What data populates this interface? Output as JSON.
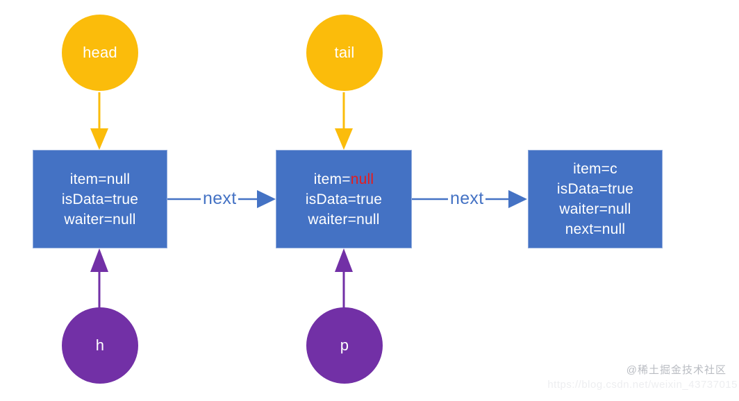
{
  "diagram": {
    "title": "Linked queue node diagram",
    "colors": {
      "node_fill": "#4472C4",
      "node_border": "#8FAADC",
      "head_tail_pointer": "#FBBC0B",
      "local_pointer": "#7230A6",
      "edge": "#4472C4",
      "highlight": "#E81B1B",
      "background": "#FFFFFF"
    },
    "pointers": [
      {
        "id": "head",
        "label": "head",
        "kind": "amber",
        "target": "node-1",
        "direction": "down"
      },
      {
        "id": "tail",
        "label": "tail",
        "kind": "amber",
        "target": "node-2",
        "direction": "down"
      },
      {
        "id": "h",
        "label": "h",
        "kind": "purple",
        "target": "node-1",
        "direction": "up"
      },
      {
        "id": "p",
        "label": "p",
        "kind": "purple",
        "target": "node-2",
        "direction": "up"
      }
    ],
    "nodes": [
      {
        "id": "node-1",
        "lines": [
          {
            "prefix": "item=",
            "value": "null",
            "highlight": false
          },
          {
            "prefix": "isData=",
            "value": "true",
            "highlight": false
          },
          {
            "prefix": "waiter=",
            "value": "null",
            "highlight": false
          }
        ]
      },
      {
        "id": "node-2",
        "lines": [
          {
            "prefix": "item=",
            "value": "null",
            "highlight": true
          },
          {
            "prefix": "isData=",
            "value": "true",
            "highlight": false
          },
          {
            "prefix": "waiter=",
            "value": "null",
            "highlight": false
          }
        ]
      },
      {
        "id": "node-3",
        "lines": [
          {
            "prefix": "item=",
            "value": "c",
            "highlight": false
          },
          {
            "prefix": "isData=",
            "value": "true",
            "highlight": false
          },
          {
            "prefix": "waiter=",
            "value": "null",
            "highlight": false
          },
          {
            "prefix": "next=",
            "value": "null",
            "highlight": false
          }
        ]
      }
    ],
    "edges": [
      {
        "id": "edge-1",
        "label": "next",
        "from": "node-1",
        "to": "node-2"
      },
      {
        "id": "edge-2",
        "label": "next",
        "from": "node-2",
        "to": "node-3"
      }
    ]
  },
  "watermark": {
    "brand": "@稀土掘金技术社区",
    "url": "https://blog.csdn.net/weixin_43737015"
  }
}
